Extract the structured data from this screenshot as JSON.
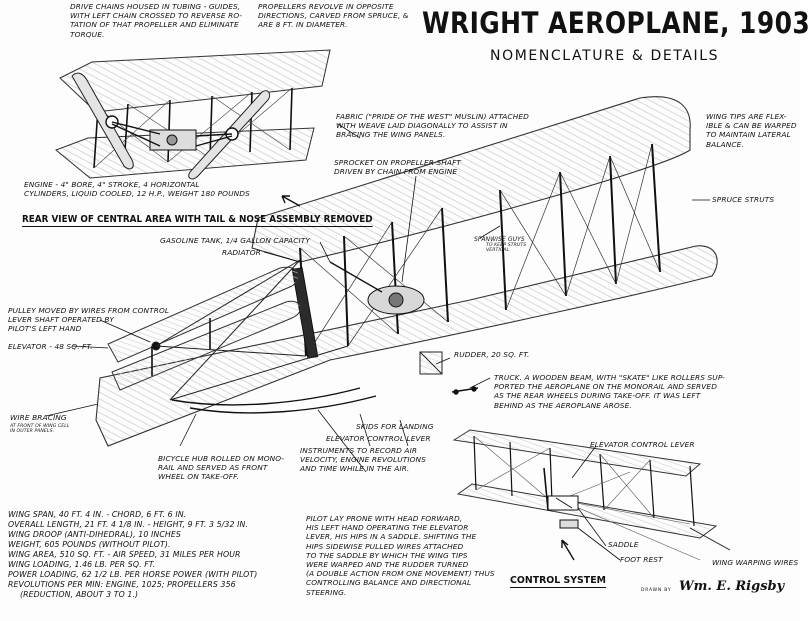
{
  "title": "WRIGHT AEROPLANE, 1903",
  "subtitle": "NOMENCLATURE & DETAILS",
  "captions": {
    "rear_view": "REAR VIEW OF CENTRAL AREA WITH TAIL & NOSE ASSEMBLY REMOVED",
    "control_system": "CONTROL SYSTEM"
  },
  "credit": {
    "prefix": "DRAWN BY",
    "name": "Wm. E. Rigsby"
  },
  "labels": {
    "drive_chains": "DRIVE CHAINS HOUSED IN TUBING - GUIDES,\nWITH LEFT CHAIN CROSSED TO REVERSE RO-\nTATION OF THAT PROPELLER AND ELIMINATE\nTORQUE.",
    "propellers": "PROPELLERS REVOLVE IN OPPOSITE\nDIRECTIONS, CARVED FROM SPRUCE, &\nARE 8 FT. IN DIAMETER.",
    "fabric": "FABRIC (\"PRIDE OF THE WEST\" MUSLIN) ATTACHED\nWITH WEAVE LAID DIAGONALLY TO ASSIST IN\nBRACING THE WING PANELS.",
    "wing_tips": "WING TIPS ARE FLEX-\nIBLE & CAN BE WARPED\nTO MAINTAIN LATERAL\nBALANCE.",
    "sprocket": "SPROCKET ON PROPELLER SHAFT\nDRIVEN BY CHAIN FROM ENGINE",
    "engine": "ENGINE - 4\" BORE, 4\" STROKE, 4 HORIZONTAL\nCYLINDERS, LIQUID COOLED, 12 H.P., WEIGHT 180 POUNDS",
    "spruce_struts": "SPRUCE STRUTS",
    "gasoline_tank": "GASOLINE TANK, 1/4 GALLON CAPACITY",
    "radiator": "RADIATOR",
    "spanwise_guys": "SPANWISE GUYS",
    "spanwise_guys_note": "TO KEEP STRUTS\nVERTICAL",
    "pulley": "PULLEY MOVED BY WIRES FROM CONTROL\nLEVER SHAFT OPERATED BY\nPILOT'S LEFT HAND",
    "elevator": "ELEVATOR - 48 SQ. FT.",
    "rudder": "RUDDER, 20 SQ. FT.",
    "truck": "TRUCK. A WOODEN BEAM, WITH \"SKATE\" LIKE ROLLERS SUP-\nPORTED THE AEROPLANE ON THE MONORAIL AND SERVED\nAS THE REAR WHEELS DURING TAKE-OFF. IT WAS LEFT\nBEHIND AS THE AEROPLANE AROSE.",
    "wire_bracing": "WIRE BRACING",
    "wire_bracing_note": "AT FRONT OF WING CELL\nIN OUTER PANELS.",
    "skids": "SKIDS FOR LANDING",
    "elevator_control_lever": "ELEVATOR CONTROL LEVER",
    "bicycle_hub": "BICYCLE HUB ROLLED ON MONO-\nRAIL AND SERVED AS FRONT\nWHEEL ON TAKE-OFF.",
    "instruments": "INSTRUMENTS TO RECORD AIR\nVELOCITY, ENGINE REVOLUTIONS\nAND TIME WHILE IN THE AIR.",
    "elevator_control_lever_2": "ELEVATOR CONTROL LEVER",
    "saddle": "SADDLE",
    "foot_rest": "FOOT REST",
    "wing_warping_wires": "WING WARPING WIRES",
    "pilot": "PILOT LAY PRONE WITH HEAD FORWARD,\nHIS LEFT HAND OPERATING THE ELEVATOR\nLEVER, HIS HIPS IN A SADDLE. SHIFTING THE\nHIPS SIDEWISE PULLED WIRES ATTACHED\nTO THE SADDLE BY WHICH THE WING TIPS\nWERE WARPED AND THE RUDDER TURNED\n(A DOUBLE ACTION FROM ONE MOVEMENT) THUS\nCONTROLLING BALANCE AND DIRECTIONAL\nSTEERING."
  },
  "specs": [
    "WING SPAN, 40 FT. 4 IN. - CHORD, 6 FT. 6 IN.",
    "OVERALL LENGTH, 21 FT. 4 1/8 IN. - HEIGHT, 9 FT. 3 5/32 IN.",
    "WING DROOP (ANTI-DIHEDRAL), 10 INCHES",
    "WEIGHT, 605 POUNDS (WITHOUT PILOT).",
    "WING AREA, 510 SQ. FT. - AIR SPEED, 31 MILES PER HOUR",
    "WING LOADING, 1.46 LB. PER SQ. FT.",
    "POWER LOADING, 62 1/2 LB. PER HORSE POWER (WITH PILOT)",
    "REVOLUTIONS PER MIN: ENGINE, 1025; PROPELLERS 356",
    "(REDUCTION, ABOUT 3 TO 1.)"
  ]
}
